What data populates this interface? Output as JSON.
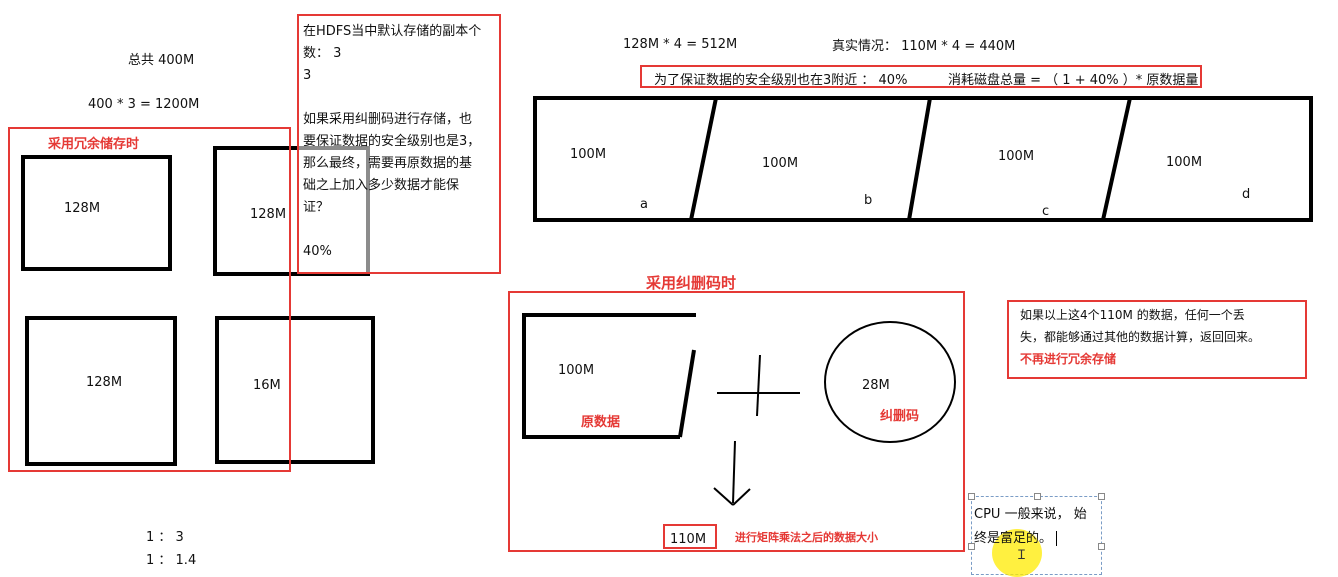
{
  "left": {
    "total": "总共 400M",
    "calc": "400 * 3 = 1200M",
    "redundant_label": "采用冗余储存时",
    "blocks": [
      "128M",
      "128M",
      "128M",
      "16M"
    ],
    "ratio1": "1 ： 3",
    "ratio2": "1 ： 1.4"
  },
  "note_box": {
    "lines": [
      "在HDFS当中默认存储的副本个",
      "数： 3",
      "3",
      "",
      "如果采用纠删码进行存储，也",
      "要保证数据的安全级别也是3，",
      "那么最终，需要再原数据的基",
      "础之上加入多少数据才能保",
      "证？",
      "",
      "40%"
    ]
  },
  "top": {
    "formula1": "128M * 4  = 512M",
    "formula2": "真实情况： 110M * 4  = 440M",
    "security_note": "为了保证数据的安全级别也在3附近 ： 40%",
    "disk_note": "消耗磁盘总量 = （ 1 + 40% ）* 原数据量"
  },
  "strip": {
    "segments": [
      {
        "size": "100M",
        "letter": "a"
      },
      {
        "size": "100M",
        "letter": "b"
      },
      {
        "size": "100M",
        "letter": "c"
      },
      {
        "size": "100M",
        "letter": "d"
      }
    ]
  },
  "erasure": {
    "title": "采用纠删码时",
    "data_size": "100M",
    "data_label": "原数据",
    "code_size": "28M",
    "code_label": "纠删码",
    "result": "110M",
    "result_label": "进行矩阵乘法之后的数据大小"
  },
  "right_note": {
    "line1": "如果以上这4个110M 的数据，任何一个丢",
    "line2": "失，都能够通过其他的数据计算，返回回来。",
    "line3": "不再进行冗余存储"
  },
  "cpu_note": {
    "line1": "CPU 一般来说， 始",
    "line2": "终是富足的。"
  }
}
